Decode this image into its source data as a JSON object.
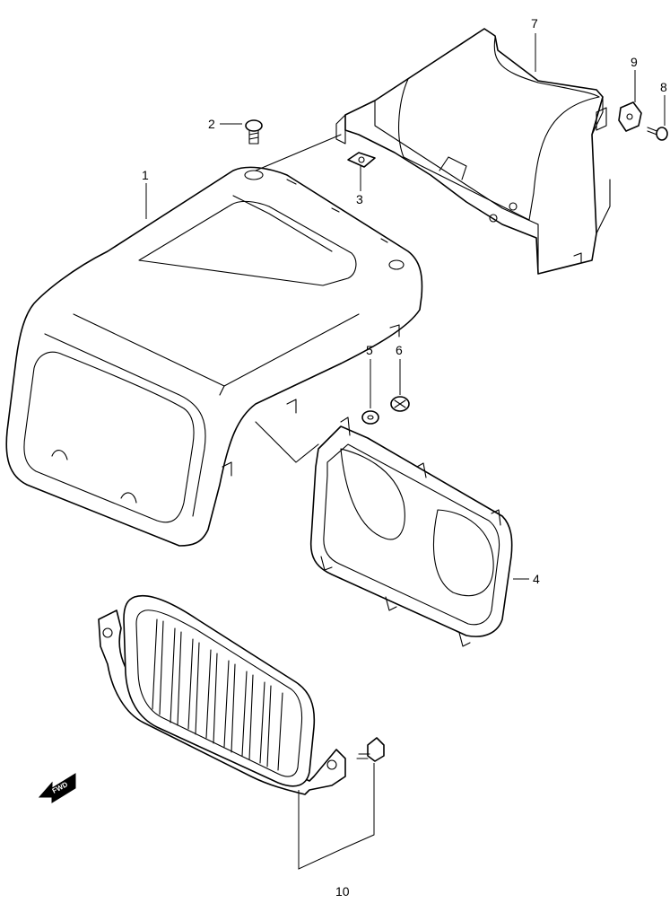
{
  "diagram": {
    "callouts": [
      {
        "id": "1",
        "label": "1"
      },
      {
        "id": "2",
        "label": "2"
      },
      {
        "id": "3",
        "label": "3"
      },
      {
        "id": "4",
        "label": "4"
      },
      {
        "id": "5",
        "label": "5"
      },
      {
        "id": "6",
        "label": "6"
      },
      {
        "id": "7",
        "label": "7"
      },
      {
        "id": "8",
        "label": "8"
      },
      {
        "id": "9",
        "label": "9"
      },
      {
        "id": "10",
        "label": "10"
      }
    ],
    "direction_marker": {
      "label": "FWD",
      "icon": "forward-arrow-icon"
    }
  }
}
